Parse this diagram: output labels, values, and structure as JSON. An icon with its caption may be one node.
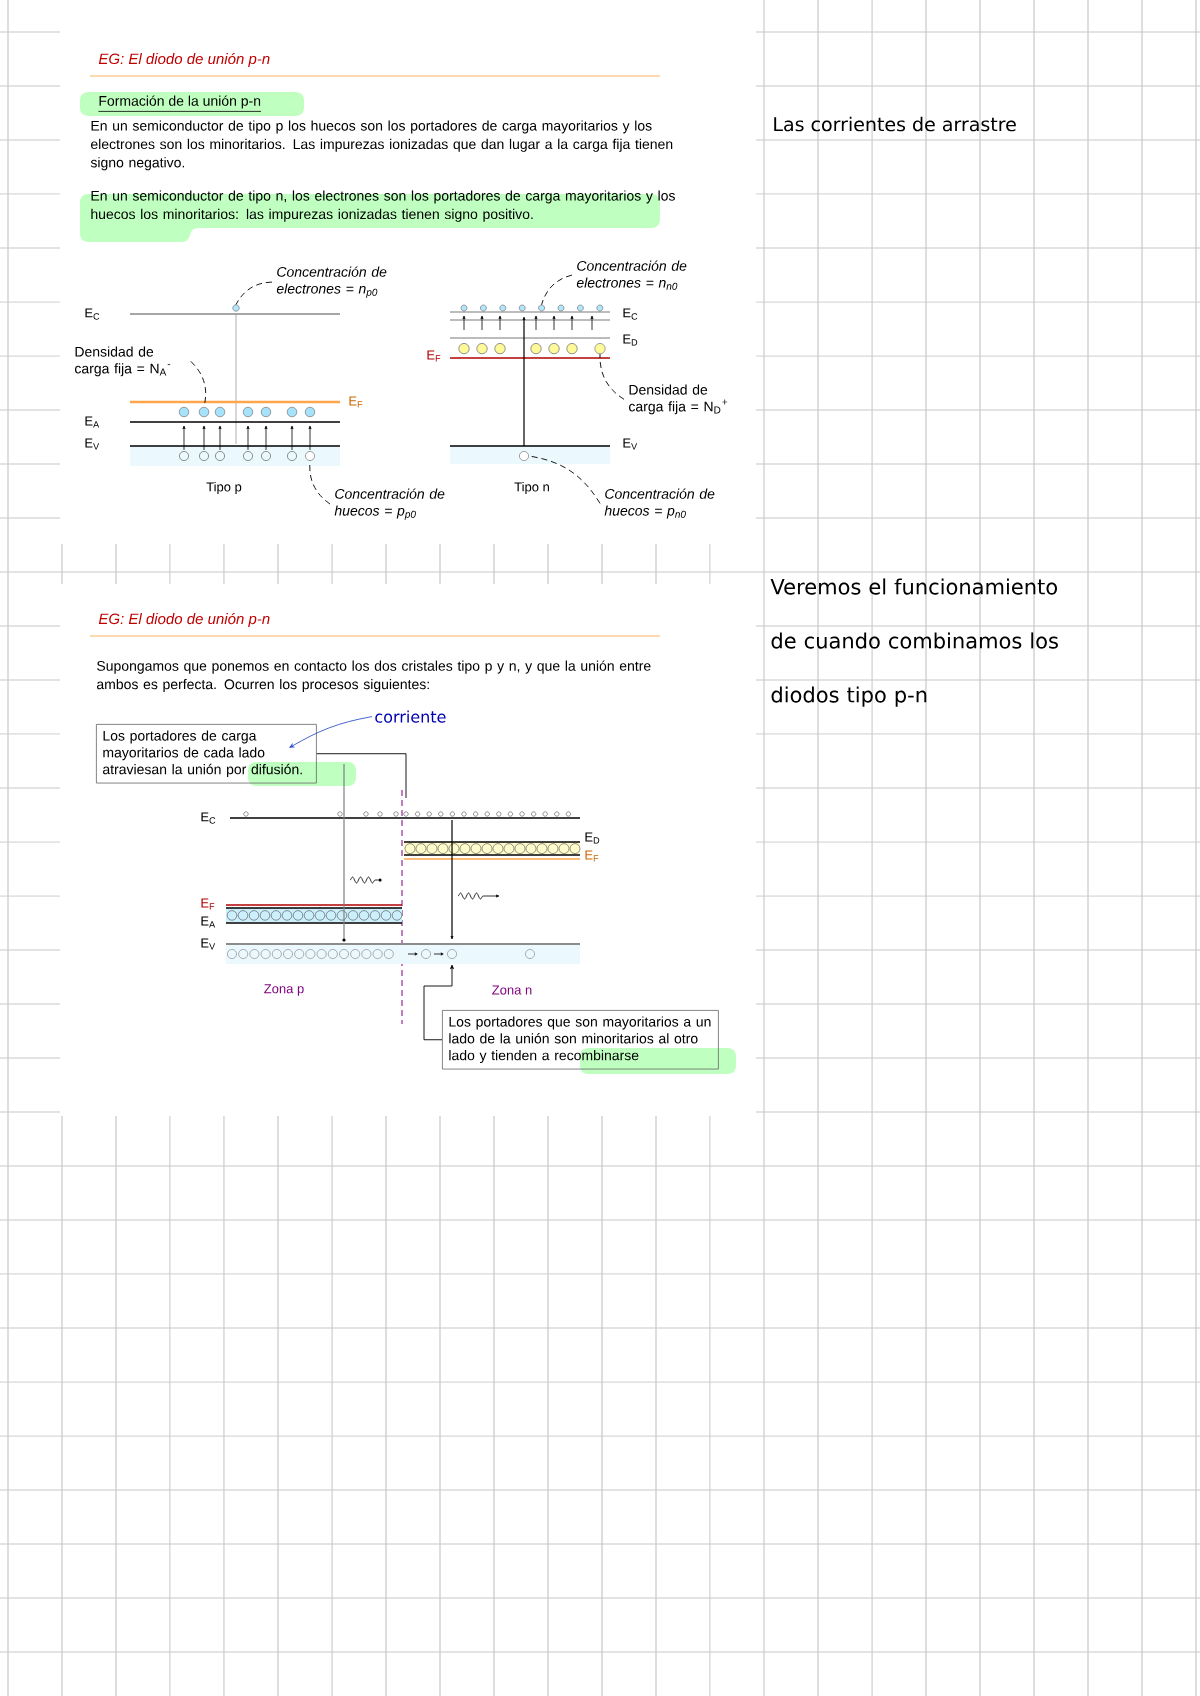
{
  "diagram": {
    "nodes": [
      {
        "text": [
          "Concentración de electrones = n$_{p0}$"
        ]
      },
      {
        "text": [
          "Densidad de carga fija = N$_{A}$$^{-}$"
        ]
      },
      {
        "text": [
          "Concentración de huecos = p$_{p0}$"
        ]
      },
      {
        "text": [
          "Concentración de electrones = n$_{n0}$"
        ]
      },
      {
        "text": [
          "Densidad de carga fija = N$_{D}$$^{+}$"
        ]
      },
      {
        "text": [
          "Concentración de huecos = p$_{n0}$"
        ]
      },
      {
        "text": [
          "Los portadores de carga mayoritarios de cada lado atraviesan la unión por difusión."
        ]
      },
      {
        "text": [
          "Los portadores que son mayoritarios a un lado de la unión son minoritarios al otro lado y tienden a recombinarse"
        ]
      },
      {
        "text": [
          "corriente"
        ]
      },
      {
        "text": [],
        "shape": "circle"
      },
      {
        "text": [],
        "shape": "circle"
      },
      {
        "text": [],
        "shape": "circle"
      },
      {
        "text": [],
        "shape": "circle"
      },
      {
        "text": [],
        "shape": "circle"
      },
      {
        "text": [],
        "shape": "circle"
      }
    ],
    "edges": [
      {
        "from": 0,
        "to": 9,
        "arrow": "none",
        "style": "dashed"
      },
      {
        "from": 1,
        "to": 10,
        "arrow": "none",
        "style": "dashed"
      },
      {
        "from": 2,
        "to": 11,
        "arrow": "none",
        "style": "dashed"
      },
      {
        "from": 3,
        "to": 12,
        "arrow": "none",
        "style": "dashed"
      },
      {
        "from": 4,
        "to": 13,
        "arrow": "none",
        "style": "dashed"
      },
      {
        "from": 5,
        "to": 14,
        "arrow": "none",
        "style": "dashed"
      },
      {
        "from": 6,
        "to": null,
        "arrow": "none"
      },
      {
        "from": 7,
        "to": null,
        "arrow": "to"
      },
      {
        "from": 8,
        "to": 6,
        "arrow": "to",
        "color": "#3355cc"
      }
    ],
    "labels": [
      "EG: El diodo de unión p-n",
      "Formación de la unión p-n",
      "En un semiconductor de tipo p los huecos son los portadores de carga mayoritarios y los electrones son los minoritarios. Las impurezas ionizadas que dan lugar a la carga fija tienen signo negativo.",
      "En un semiconductor de tipo n, los electrones son los portadores de carga mayoritarios y los huecos los minoritarios: las impurezas ionizadas tienen signo positivo.",
      "E$_{C}$",
      "E$_{F}$",
      "E$_{A}$",
      "E$_{V}$",
      "Tipo p",
      "E$_{C}$",
      "E$_{D}$",
      "E$_{F}$",
      "E$_{V}$",
      "Tipo n",
      "EG: El diodo de unión p-n",
      "Supongamos que ponemos en contacto los dos cristales tipo p y n, y que la unión entre ambos es perfecta. Ocurren los procesos siguientes:",
      "E$_{C}$",
      "E$_{D}$",
      "E$_{F}$",
      "E$_{F}$",
      "E$_{A}$",
      "E$_{V}$",
      "Zona p",
      "Zona n",
      "Las corrientes de arrastre",
      "Veremos el funcionamiento de cuando combinamos los diodos tipo p-n"
    ]
  }
}
